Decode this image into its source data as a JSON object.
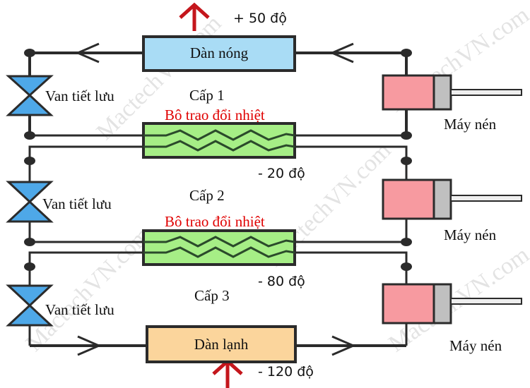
{
  "colors": {
    "hot_condenser": "#a9dcf5",
    "heat_exchanger": "#a6ee86",
    "cold_evaporator": "#fbd59c",
    "compressor": "#f79aa0",
    "valve": "#4ea8e8",
    "heat_arrow": "#c4161c",
    "line": "#2b2b2b"
  },
  "watermark": "MactechVN.com",
  "condenser": {
    "label": "Dàn nóng",
    "temperature": "+ 50 độ"
  },
  "evaporator": {
    "label": "Dàn lạnh",
    "temperature": "- 120 độ"
  },
  "stages": [
    {
      "label": "Cấp 1",
      "exchanger_label": "Bô trao đổi nhiệt",
      "temperature": "- 20 độ",
      "valve_label": "Van tiết lưu",
      "compressor_label": "Máy nén"
    },
    {
      "label": "Cấp 2",
      "exchanger_label": "Bô trao đổi nhiệt",
      "temperature": "- 80 độ",
      "valve_label": "Van tiết lưu",
      "compressor_label": "Máy nén"
    },
    {
      "label": "Cấp 3",
      "valve_label": "Van tiết lưu",
      "compressor_label": "Máy nén"
    }
  ]
}
